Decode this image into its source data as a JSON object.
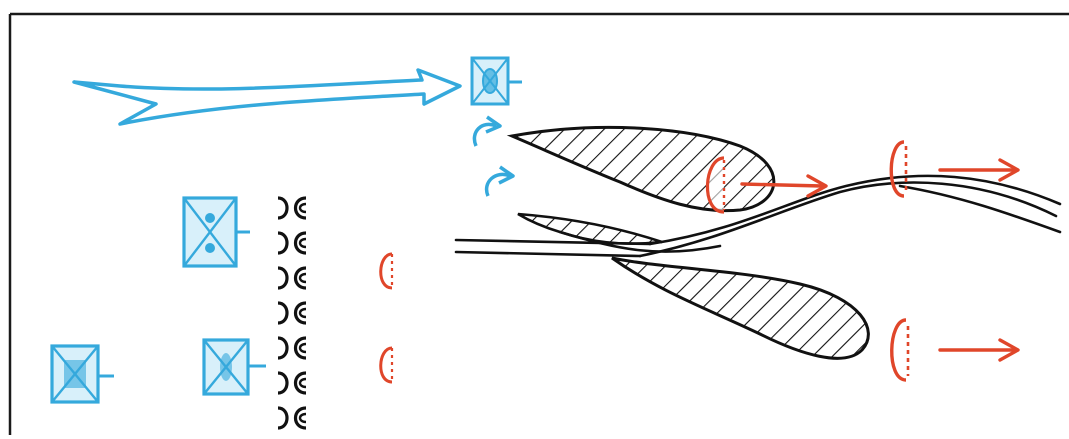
{
  "figure": {
    "description_free": true,
    "colors": {
      "frame": "#1a1a1a",
      "ink": "#111111",
      "cyan": "#35a9dc",
      "cyan_fill": "#bfe6f7",
      "red": "#e0462a",
      "white": "#ffffff"
    },
    "icons": {
      "incoming_arrow": "wide-chevron-arrow-icon",
      "dendritic_cell": "boxed-dendritic-cell-icon",
      "cytokine_pair": "paired-crescent-glyph-icon",
      "red_cell": "open-red-cell-icon",
      "flow_arrow": "red-flow-arrow-icon",
      "small_arrow": "small-curved-arrow-icon"
    },
    "crescent_column_count": 7,
    "red_cell_count": 5,
    "red_arrow_count": 3
  }
}
